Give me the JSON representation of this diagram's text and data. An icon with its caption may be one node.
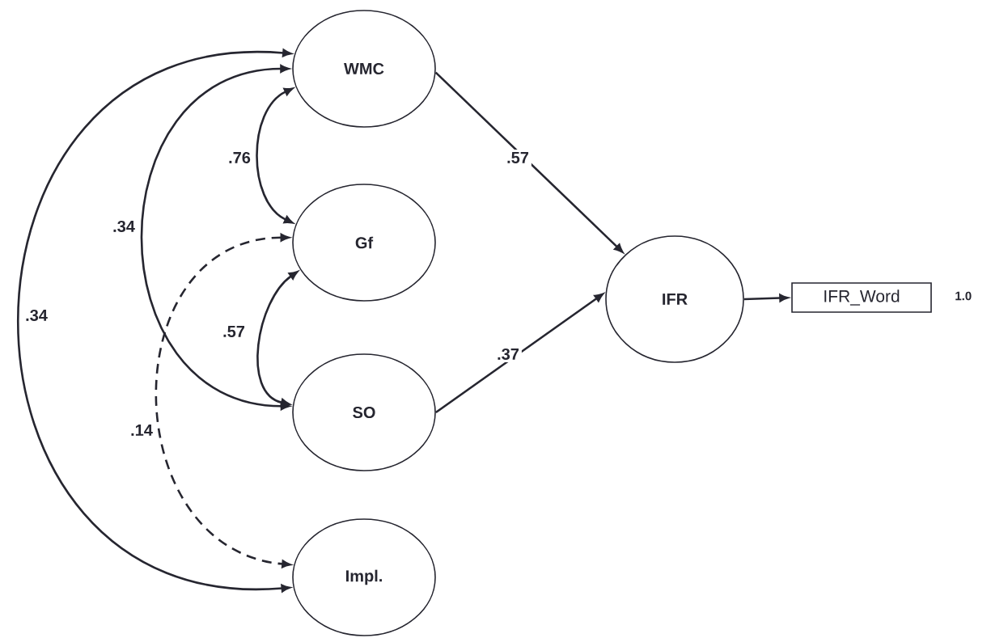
{
  "diagram": {
    "nodes": [
      {
        "text": [
          "WMC"
        ]
      },
      {
        "text": [
          "Gf"
        ]
      },
      {
        "text": [
          "SO"
        ]
      },
      {
        "text": [
          "Impl."
        ]
      },
      {
        "text": [
          "IFR"
        ]
      },
      {
        "text": [
          "IFR_Word"
        ],
        "beside": [
          "1.0"
        ]
      }
    ],
    "edges": [
      {
        "from": 0,
        "to": 1,
        "arrow": "both",
        "label": ".76"
      },
      {
        "from": 0,
        "to": 2,
        "arrow": "both",
        "label": ".34"
      },
      {
        "from": 0,
        "to": 3,
        "arrow": "both",
        "label": ".34"
      },
      {
        "from": 1,
        "to": 2,
        "arrow": "both",
        "label": ".57"
      },
      {
        "from": 1,
        "to": 3,
        "arrow": "both",
        "label": ".14",
        "style": "dashed"
      },
      {
        "from": 0,
        "to": 4,
        "arrow": "to",
        "label": ".57"
      },
      {
        "from": 2,
        "to": 4,
        "arrow": "to",
        "label": ".37"
      },
      {
        "from": 4,
        "to": 5,
        "arrow": "to"
      }
    ]
  }
}
